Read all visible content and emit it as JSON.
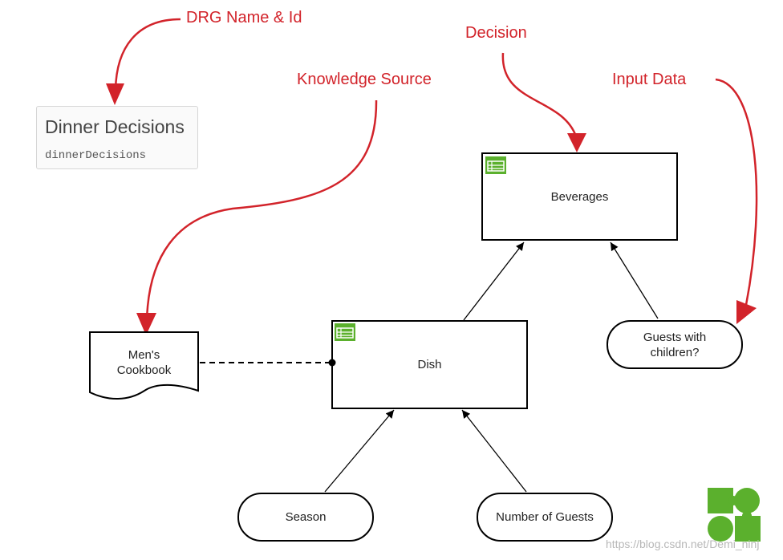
{
  "drg": {
    "name": "Dinner Decisions",
    "id": "dinnerDecisions"
  },
  "callouts": {
    "drg_name_id": "DRG Name & Id",
    "knowledge_source": "Knowledge Source",
    "decision": "Decision",
    "input_data": "Input Data"
  },
  "nodes": {
    "beverages": "Beverages",
    "dish": "Dish",
    "knowledge_source_line1": "Men's",
    "knowledge_source_line2": "Cookbook",
    "guests_children_line1": "Guests with",
    "guests_children_line2": "children?",
    "season": "Season",
    "number_of_guests": "Number of Guests"
  },
  "watermark": "https://blog.csdn.net/Demi_ninj",
  "colors": {
    "callout": "#d2232a",
    "decision_icon": "#5bb02d",
    "logo": "#5bb02d"
  },
  "icons": {
    "decision_table": "table-icon",
    "logo": "puzzle-logo-icon"
  }
}
